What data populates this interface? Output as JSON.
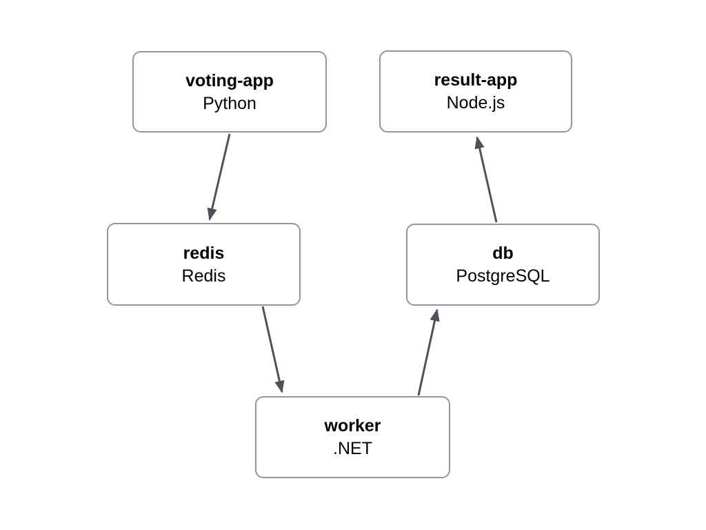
{
  "colors": {
    "background": "#ffffff",
    "box_bg": "#ffffff",
    "box_border": "#939598",
    "text": "#000000",
    "arrow": "#4d525a"
  },
  "nodes": [
    {
      "id": "voting-app",
      "title": "voting-app",
      "subtitle": "Python"
    },
    {
      "id": "result-app",
      "title": "result-app",
      "subtitle": "Node.js"
    },
    {
      "id": "redis",
      "title": "redis",
      "subtitle": "Redis"
    },
    {
      "id": "db",
      "title": "db",
      "subtitle": "PostgreSQL"
    },
    {
      "id": "worker",
      "title": "worker",
      "subtitle": ".NET"
    }
  ],
  "edges": [
    {
      "from": "voting-app",
      "to": "redis"
    },
    {
      "from": "redis",
      "to": "worker"
    },
    {
      "from": "worker",
      "to": "db"
    },
    {
      "from": "db",
      "to": "result-app"
    }
  ]
}
